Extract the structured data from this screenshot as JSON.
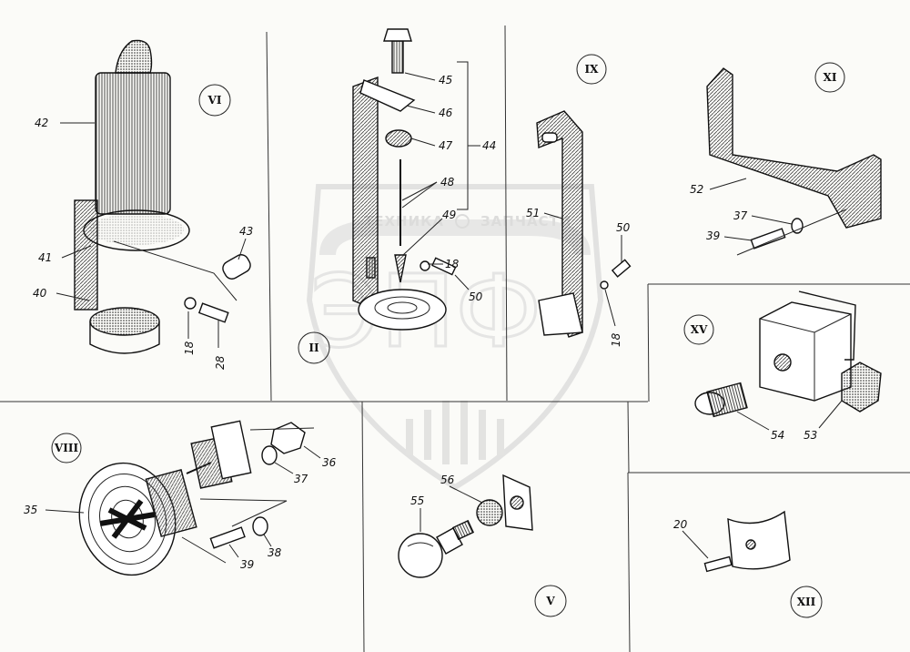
{
  "watermark": {
    "text_left": "ТЕХНИКА",
    "text_right": "ЗАПЧАСТИ"
  },
  "groups": [
    {
      "id": "VI",
      "label": "VI"
    },
    {
      "id": "II",
      "label": "II"
    },
    {
      "id": "IX",
      "label": "IX"
    },
    {
      "id": "XI",
      "label": "XI"
    },
    {
      "id": "XV",
      "label": "XV"
    },
    {
      "id": "VIII",
      "label": "VIII"
    },
    {
      "id": "V",
      "label": "V"
    },
    {
      "id": "XII",
      "label": "XII"
    }
  ],
  "parts": {
    "p42": "42",
    "p41": "41",
    "p40": "40",
    "p43": "43",
    "p18a": "18",
    "p28": "28",
    "p45": "45",
    "p46": "46",
    "p47": "47",
    "p44": "44",
    "p48": "48",
    "p49": "49",
    "p18b": "18",
    "p50a": "50",
    "p51": "51",
    "p50b": "50",
    "p18c": "18",
    "p52": "52",
    "p37a": "37",
    "p39a": "39",
    "p54": "54",
    "p53": "53",
    "p35": "35",
    "p36": "36",
    "p37b": "37",
    "p38": "38",
    "p39b": "39",
    "p55": "55",
    "p56": "56",
    "p20": "20"
  }
}
